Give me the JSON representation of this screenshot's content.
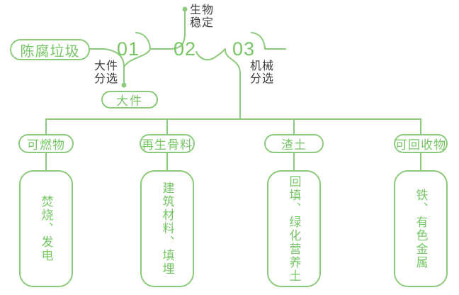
{
  "colors": {
    "line_green": "#8CCA7B",
    "text_green": "#76C665",
    "dark_text": "#3C3C3C",
    "background": "#FFFFFF"
  },
  "flow": {
    "source_label": "陈腐垃圾",
    "steps": [
      {
        "num": "01",
        "label": "大件\n分选",
        "output_label": "大件"
      },
      {
        "num": "02",
        "label": "生物\n稳定"
      },
      {
        "num": "03",
        "label": "机械\n分选"
      }
    ]
  },
  "branches": [
    {
      "category": "可燃物",
      "result": "焚烧、发电"
    },
    {
      "category": "再生骨料",
      "result": "建筑材料、填埋"
    },
    {
      "category": "渣土",
      "result": "回填、绿化营养土"
    },
    {
      "category": "可回收物",
      "result": "铁、有色金属"
    }
  ]
}
